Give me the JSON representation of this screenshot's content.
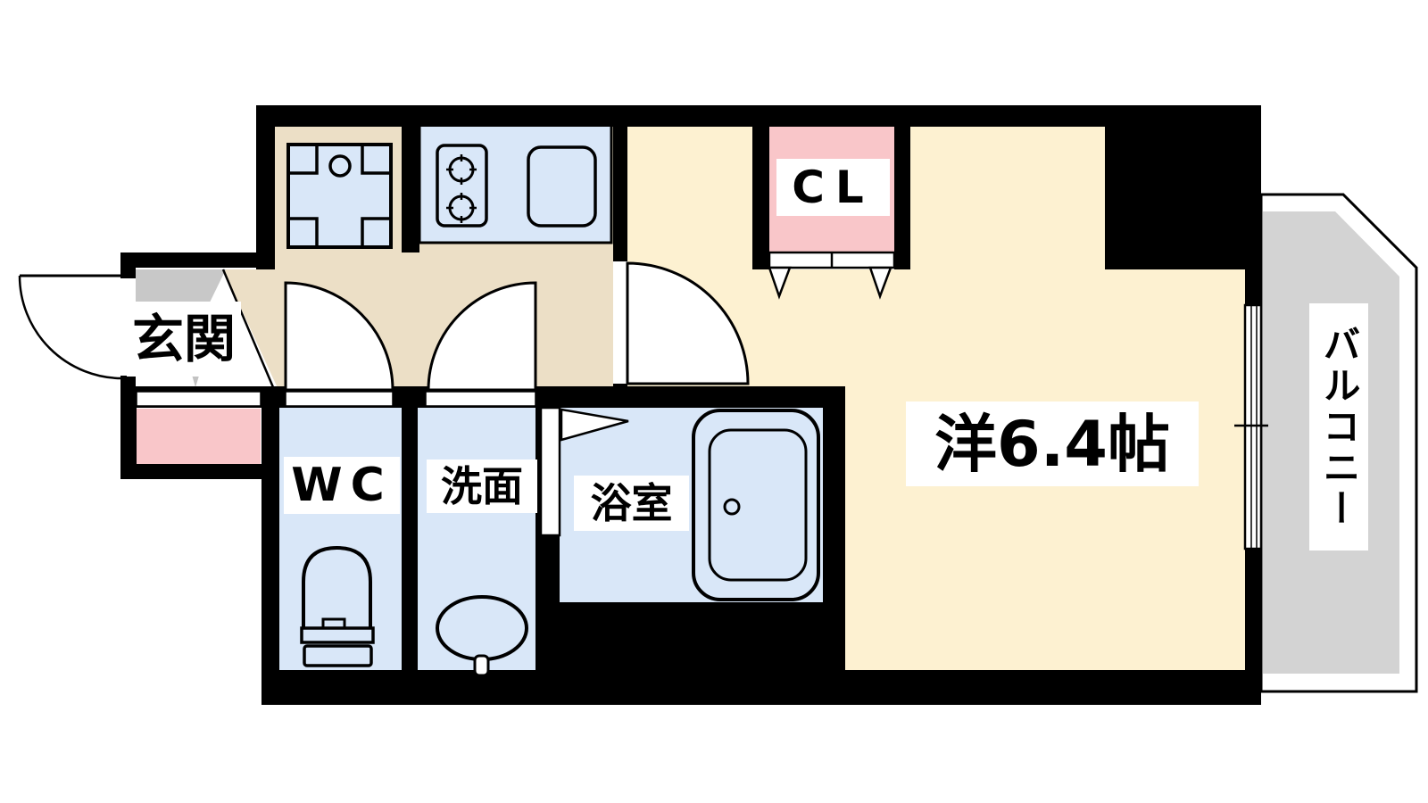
{
  "plan": {
    "type": "apartment-floor-plan",
    "rooms": {
      "entrance": {
        "label": "玄関"
      },
      "toilet": {
        "label": "WC"
      },
      "washroom": {
        "label": "洗面"
      },
      "bathroom": {
        "label": "浴室"
      },
      "closet": {
        "label": "CL"
      },
      "main_room": {
        "label": "洋6.4帖"
      },
      "balcony": {
        "label": "バルコニー"
      }
    },
    "colors": {
      "wall": "#000000",
      "room_cream": "#fdf1d1",
      "corridor_tan": "#ecdfc6",
      "fixture_blue": "#d9e7f8",
      "closet_pink": "#f9c6c9",
      "balcony_gray": "#d3d3d3",
      "porch_gray": "#c8c8c8",
      "door_white": "#ffffff"
    }
  }
}
